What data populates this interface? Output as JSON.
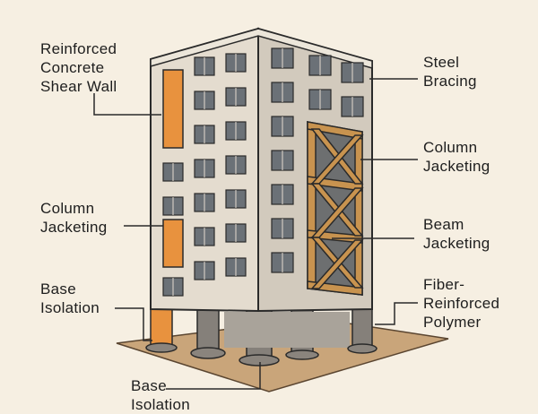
{
  "labels": {
    "shear_wall": "Reinforced\nConcrete\nShear Wall",
    "column_jacketing_left": "Column\nJacketing",
    "base_isolation_left": "Base\nIsolation",
    "base_isolation_bottom": "Base\nIsolation",
    "steel_bracing": "Steel\nBracing",
    "column_jacketing_right": "Column\nJacketing",
    "beam_jacketing": "Beam\nJacketing",
    "frp": "Fiber-\nReinforced\nPolymer"
  },
  "colors": {
    "background": "#f6efe2",
    "wall_front": "#e4dccf",
    "wall_side": "#d2cabd",
    "roof": "#ece6da",
    "window": "#6b7177",
    "accent_orange": "#e8923e",
    "brace_timber": "#c8934f",
    "ground": "#c9a57a",
    "column": "#85807a",
    "outline": "#2a2a2a"
  }
}
